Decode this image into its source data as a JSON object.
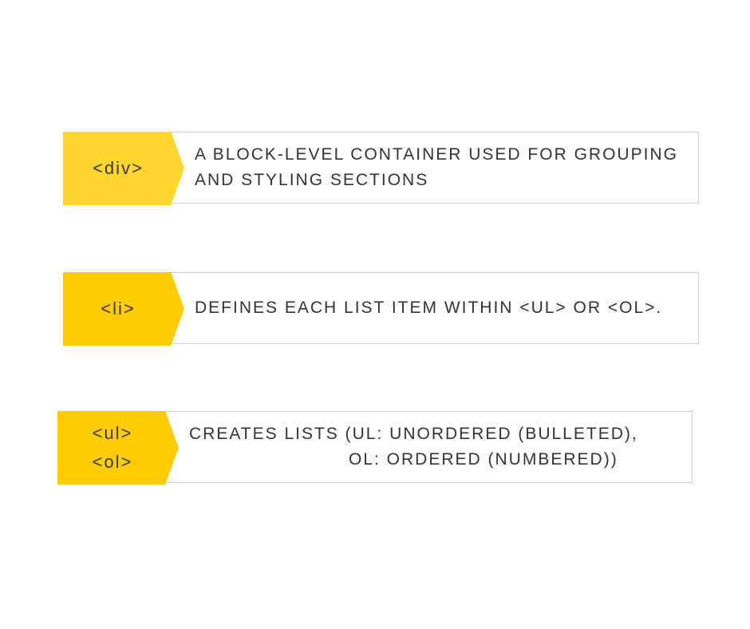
{
  "cards": [
    {
      "tag_lines": [
        "<div>"
      ],
      "tag_color": "#FFD52E",
      "description_lines": [
        "A BLOCK-LEVEL CONTAINER USED FOR GROUPING",
        "AND STYLING SECTIONS"
      ]
    },
    {
      "tag_lines": [
        "<li>"
      ],
      "tag_color": "#FFCC00",
      "description_lines": [
        "DEFINES EACH LIST ITEM WITHIN <UL> OR <OL>."
      ]
    },
    {
      "tag_lines": [
        "<ul>",
        "<ol>"
      ],
      "tag_color": "#FFCC00",
      "description_lines": [
        "CREATES LISTS (UL: UNORDERED (BULLETED),",
        "OL: ORDERED (NUMBERED))"
      ]
    }
  ]
}
